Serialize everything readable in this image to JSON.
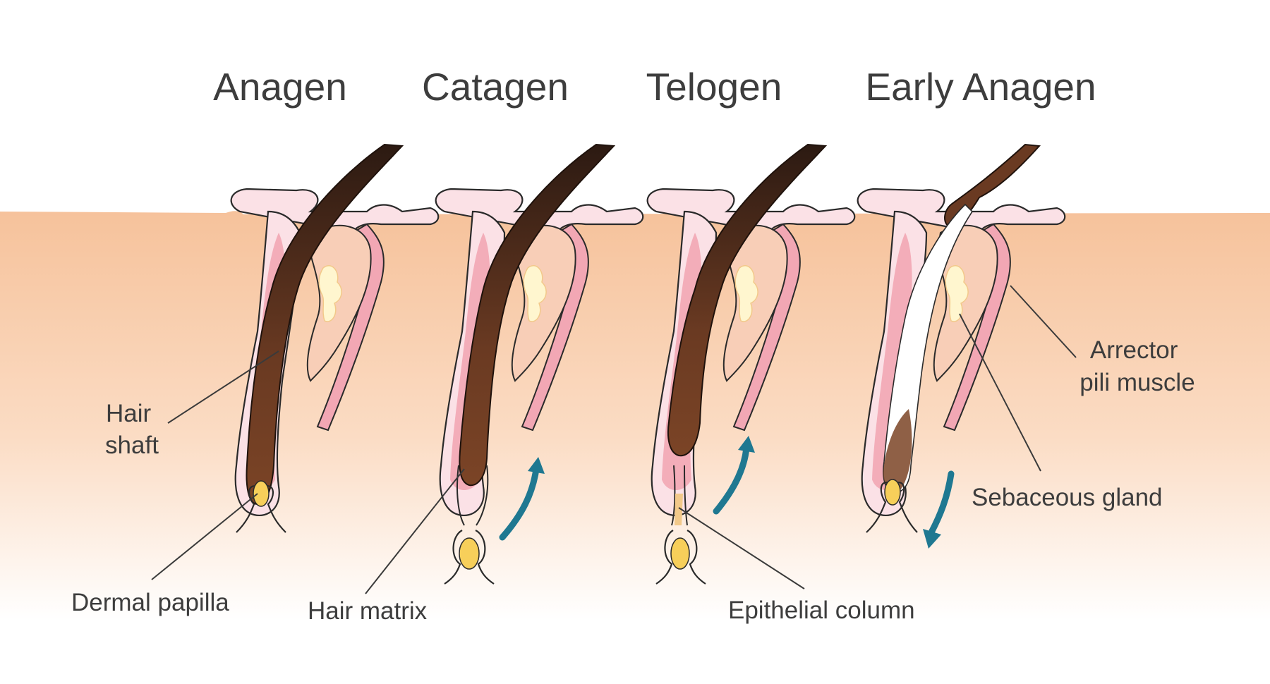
{
  "stages": [
    {
      "title": "Anagen"
    },
    {
      "title": "Catagen"
    },
    {
      "title": "Telogen"
    },
    {
      "title": "Early Anagen"
    }
  ],
  "labels": {
    "hair_shaft_line1": "Hair",
    "hair_shaft_line2": "shaft",
    "dermal_papilla": "Dermal papilla",
    "hair_matrix": "Hair matrix",
    "epithelial_column": "Epithelial column",
    "arrector_line1": "Arrector",
    "arrector_line2": "pili muscle",
    "sebaceous_gland": "Sebaceous gland"
  },
  "colors": {
    "skin_top": "#f6c29b",
    "skin_bottom": "#ffffff",
    "follicle_pink": "#f2a7b4",
    "follicle_light": "#fbe1e6",
    "hair_dark": "#5a3222",
    "papilla_yellow": "#f7cf5a",
    "gland_cream": "#fff6cf",
    "arrow_teal": "#1f7891"
  }
}
